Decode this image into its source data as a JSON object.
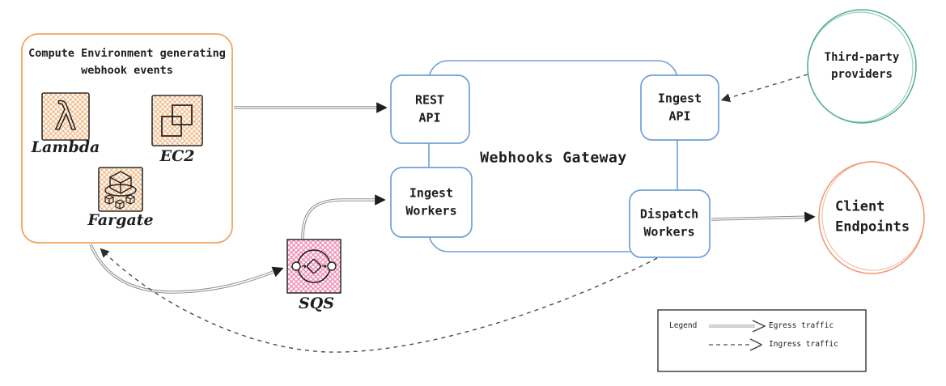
{
  "compute_environment": {
    "title": "Compute Environment generating\nwebhook events",
    "services": [
      {
        "label": "Lambda",
        "icon": "lambda-icon"
      },
      {
        "label": "EC2",
        "icon": "ec2-icon"
      },
      {
        "label": "Fargate",
        "icon": "fargate-icon"
      }
    ]
  },
  "queue": {
    "label": "SQS",
    "icon": "sqs-icon"
  },
  "gateway": {
    "title": "Webhooks Gateway",
    "nodes": [
      {
        "label": "REST\nAPI"
      },
      {
        "label": "Ingest\nAPI"
      },
      {
        "label": "Ingest\nWorkers"
      },
      {
        "label": "Dispatch\nWorkers"
      }
    ]
  },
  "external": {
    "third_party": "Third-party\nproviders",
    "client_endpoints": "Client\nEndpoints"
  },
  "legend": {
    "title": "Legend",
    "items": [
      {
        "label": "Egress traffic",
        "style": "solid"
      },
      {
        "label": "Ingress traffic",
        "style": "dashed"
      }
    ]
  },
  "flows": [
    {
      "from": "Compute Environment",
      "to": "REST API",
      "type": "egress"
    },
    {
      "from": "Compute Environment",
      "to": "SQS",
      "type": "egress"
    },
    {
      "from": "SQS",
      "to": "Ingest Workers",
      "type": "egress"
    },
    {
      "from": "Dispatch Workers",
      "to": "Client Endpoints",
      "type": "egress"
    },
    {
      "from": "Third-party providers",
      "to": "Ingest API",
      "type": "ingress"
    },
    {
      "from": "Dispatch Workers",
      "to": "Compute Environment",
      "type": "ingress"
    }
  ],
  "colors": {
    "compute_border": "#F2A25E",
    "gateway_blue": "#6FA0D6",
    "third_party_green": "#4CAF8C",
    "client_salmon": "#EE966E",
    "sqs_pink": "#F06FA0",
    "aws_orange": "#F0A868",
    "arrow_gray": "#8f8f8f",
    "text": "#1e1e1e"
  }
}
